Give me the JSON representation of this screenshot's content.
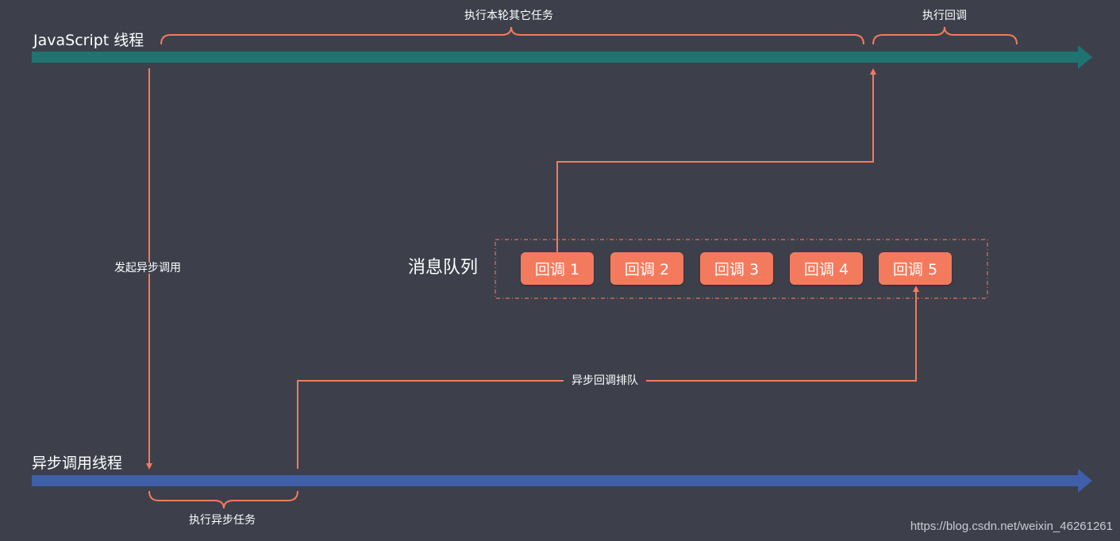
{
  "threads": {
    "js": "JavaScript 线程",
    "async": "异步调用线程"
  },
  "labels": {
    "run_other_tasks": "执行本轮其它任务",
    "run_callback": "执行回调",
    "start_async_call": "发起异步调用",
    "run_async_task": "执行异步任务",
    "queue_callback": "异步回调排队"
  },
  "queue": {
    "title": "消息队列",
    "items": [
      "回调 1",
      "回调 2",
      "回调 3",
      "回调 4",
      "回调 5"
    ]
  },
  "watermark": "https://blog.csdn.net/weixin_46261261",
  "colors": {
    "background": "#3d404b",
    "js_thread": "#1f7371",
    "async_thread": "#3f5fa8",
    "connector": "#f47a5e",
    "chip": "#f47a5e"
  }
}
